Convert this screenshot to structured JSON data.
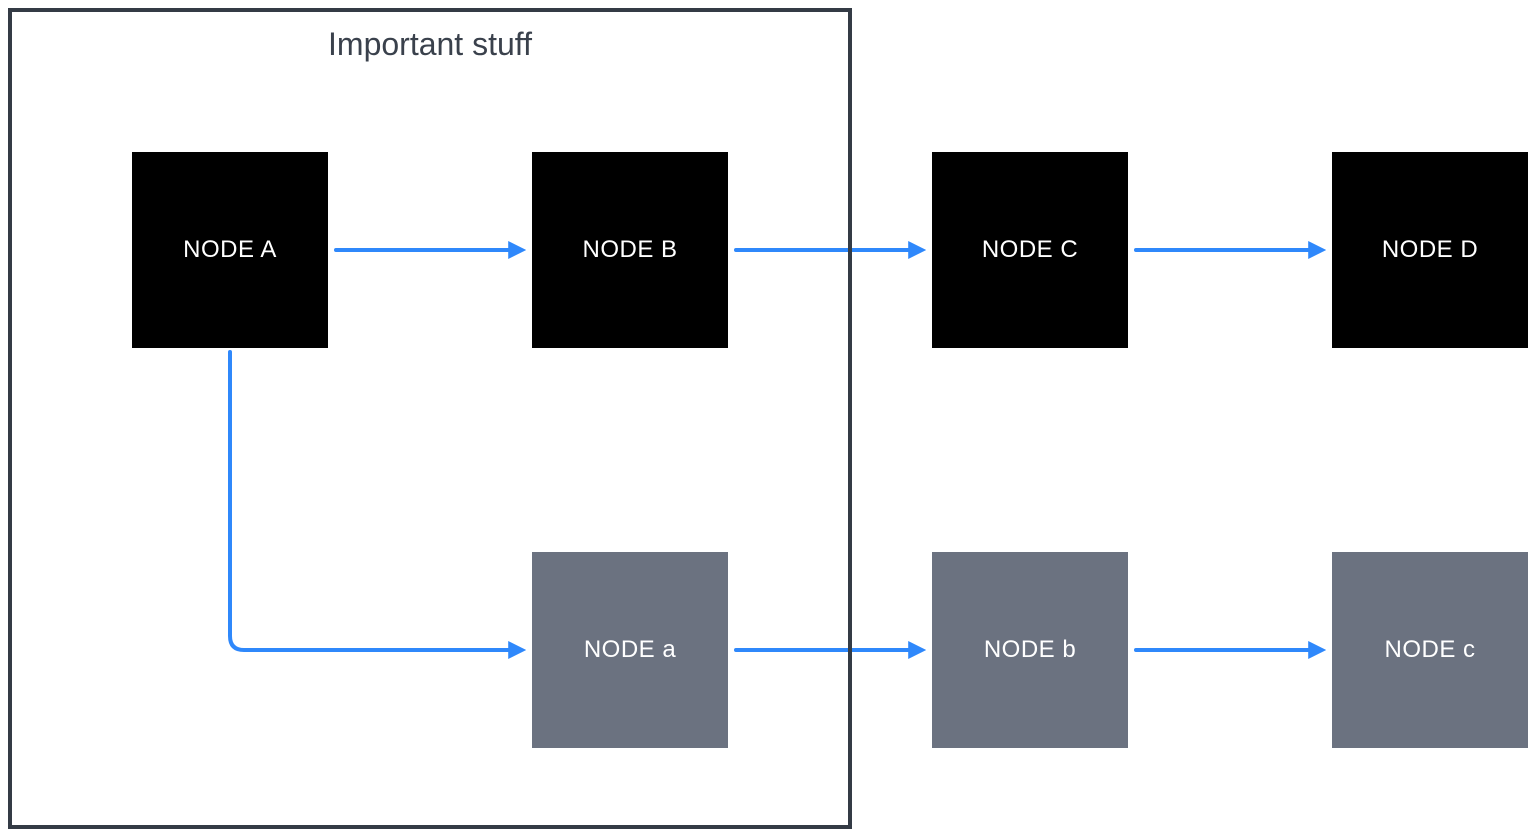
{
  "diagram": {
    "group": {
      "label": "Important stuff"
    },
    "nodes": [
      {
        "id": "A",
        "label": "NODE A",
        "variant": "black"
      },
      {
        "id": "B",
        "label": "NODE B",
        "variant": "black"
      },
      {
        "id": "C",
        "label": "NODE C",
        "variant": "black"
      },
      {
        "id": "D",
        "label": "NODE D",
        "variant": "black"
      },
      {
        "id": "a",
        "label": "NODE a",
        "variant": "gray"
      },
      {
        "id": "b",
        "label": "NODE b",
        "variant": "gray"
      },
      {
        "id": "c",
        "label": "NODE c",
        "variant": "gray"
      }
    ],
    "edges": [
      {
        "from": "NODE A",
        "to": "NODE B",
        "type": "straight-arrow"
      },
      {
        "from": "NODE B",
        "to": "NODE C",
        "type": "straight-arrow"
      },
      {
        "from": "NODE C",
        "to": "NODE D",
        "type": "straight-arrow"
      },
      {
        "from": "NODE A",
        "to": "NODE a",
        "type": "elbow-arrow"
      },
      {
        "from": "NODE a",
        "to": "NODE b",
        "type": "straight-arrow"
      },
      {
        "from": "NODE b",
        "to": "NODE c",
        "type": "straight-arrow"
      }
    ],
    "colors": {
      "node_black_fill": "#000000",
      "node_gray_fill": "#6b7280",
      "node_text": "#ffffff",
      "arrow": "#2f88fb",
      "group_border": "#343b45",
      "group_title_text": "#3a414c",
      "background": "#ffffff"
    }
  }
}
